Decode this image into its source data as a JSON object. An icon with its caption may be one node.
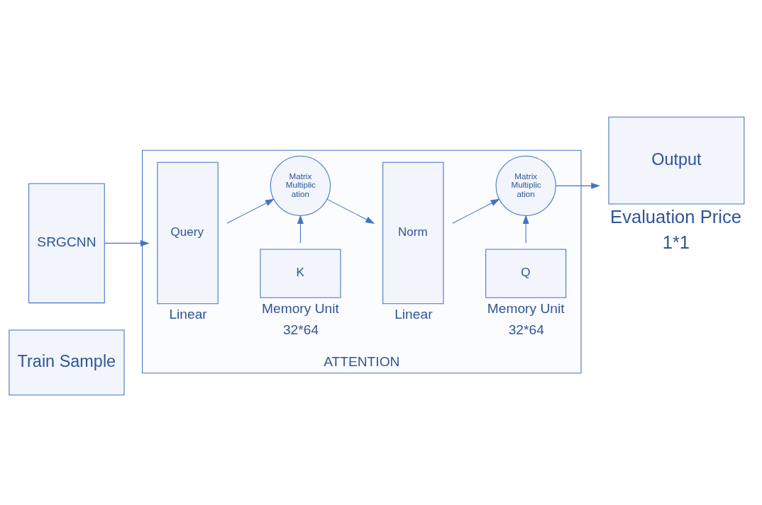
{
  "diagram": {
    "nodes": [
      {
        "text": [
          "Train Sample"
        ]
      },
      {
        "text": [
          "SRGCNN"
        ]
      },
      {
        "text": [
          "ATTENTION"
        ]
      },
      {
        "text": [
          "Query"
        ],
        "in": 2,
        "beside": [
          "Linear"
        ]
      },
      {
        "text": [
          "Matrix Multiplic ation"
        ],
        "in": 2
      },
      {
        "text": [
          "K"
        ],
        "in": 2,
        "beside": [
          "Memory Unit",
          "32*64"
        ]
      },
      {
        "text": [
          "Norm"
        ],
        "in": 2,
        "beside": [
          "Linear"
        ]
      },
      {
        "text": [
          "Matrix Multiplic ation"
        ],
        "in": 2
      },
      {
        "text": [
          "Q"
        ],
        "in": 2,
        "beside": [
          "Memory Unit",
          "32*64"
        ]
      },
      {
        "text": [
          "Output"
        ],
        "beside": [
          "Evaluation Price",
          "1*1"
        ]
      }
    ],
    "edges": [
      {
        "from": 1,
        "to": 3,
        "arrow": "to"
      },
      {
        "from": 3,
        "to": 4,
        "arrow": "to"
      },
      {
        "from": 5,
        "to": 4,
        "arrow": "to"
      },
      {
        "from": 4,
        "to": 6,
        "arrow": "to"
      },
      {
        "from": 6,
        "to": 7,
        "arrow": "to"
      },
      {
        "from": 8,
        "to": 7,
        "arrow": "to"
      },
      {
        "from": 7,
        "to": 9,
        "arrow": "to"
      }
    ]
  }
}
